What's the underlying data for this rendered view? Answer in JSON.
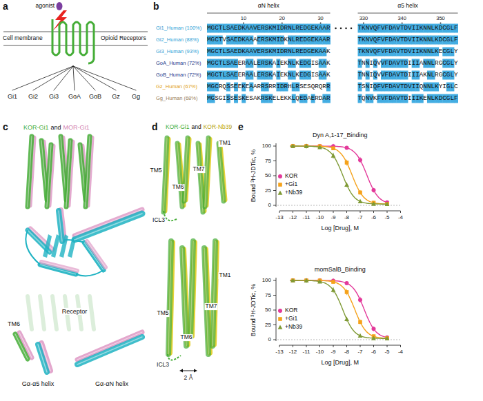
{
  "diagram": {
    "labels": [
      "a",
      "agonist",
      "Cell membrane",
      "Opioid Receptors",
      "Gi1",
      "Gi2",
      "Gi3",
      "GoA",
      "GoB",
      "Gz",
      "Gg",
      "b",
      "αN helix",
      "α5 helix",
      "10",
      "20",
      "30",
      "330",
      "340",
      "350",
      "Gi1_Human (100%)",
      "Gi2_Human (88%)",
      "Gi3_Human (93%)",
      "GoA_Human (72%)",
      "GoB_Human (72%)",
      "Gz_Human (67%)",
      "Gg_Human (68%)",
      "MGCTLSAEDKAAVERSKMIDRNLREDGEKAAR",
      "MGCTVSAEDKAAAERSKMIDKNLREDGEKAAR",
      "MGCTLSAEDKAAVERSKMIDRNLREDGEKAAK",
      "MGCTLSAEERAALERSKAIEKNLKEDGISAAK",
      "MGCTLSAEERAALERSKAIEKNLKEDGISAAK",
      "MGCRQSSEEKEAARRSRRIDRHLRSESQRQRR",
      "MGSGISSESKESAKRSKELEKKLQEDAERDAR",
      "TKNVQFVFDAVTDVIIKNNLKDCGLF",
      "TKNVQFVFDAVTDVIIKNNLKDCGLF",
      "TKNVQFVFDAVTDVIIKNNLKECGLY",
      "TNNIQVVFDAVTDIIIANNLRGCGLY",
      "TNNIQVVFDAVTDIIIAKNLRGCGLY",
      "TSNIQFVFDAVTDVIIQNNLKYIGLC",
      "TQNVKFVFDAVTDIIIKENLKDCGLF",
      "c",
      "KOR-Gi1",
      "and",
      "MOR-Gi1",
      "Receptor",
      "TM6",
      "Gα-α5 helix",
      "Gα-αN helix",
      "d",
      "KOR-Gi1",
      "and",
      "KOR-Nb39",
      "TM1",
      "TM5",
      "TM6",
      "TM7",
      "ICL3",
      "TM1",
      "TM5",
      "TM6",
      "TM7",
      "ICL3",
      "2 Å",
      "e",
      "Dyn A,1-17_Binding",
      "Bound ³H-JDTic, %",
      "100",
      "75",
      "50",
      "25",
      "0",
      "-13",
      "-12",
      "-11",
      "-10",
      "-9",
      "-8",
      "-7",
      "-6",
      "-5",
      "-4",
      "Log [Drug], M",
      "momSalB_Binding",
      "Bound ³H-JDTic, %",
      "100",
      "75",
      "50",
      "25",
      "0",
      "-13",
      "-12",
      "-11",
      "-10",
      "-9",
      "-8",
      "-7",
      "-6",
      "-5",
      "-4",
      "Log [Drug], M"
    ],
    "legend": [
      {
        "text": "KOR"
      },
      {
        "text": "+Gi1"
      },
      {
        "text": "+Nb39"
      },
      {
        "text": "KOR"
      },
      {
        "text": "+Gi1"
      },
      {
        "text": "+Nb39"
      }
    ]
  }
}
